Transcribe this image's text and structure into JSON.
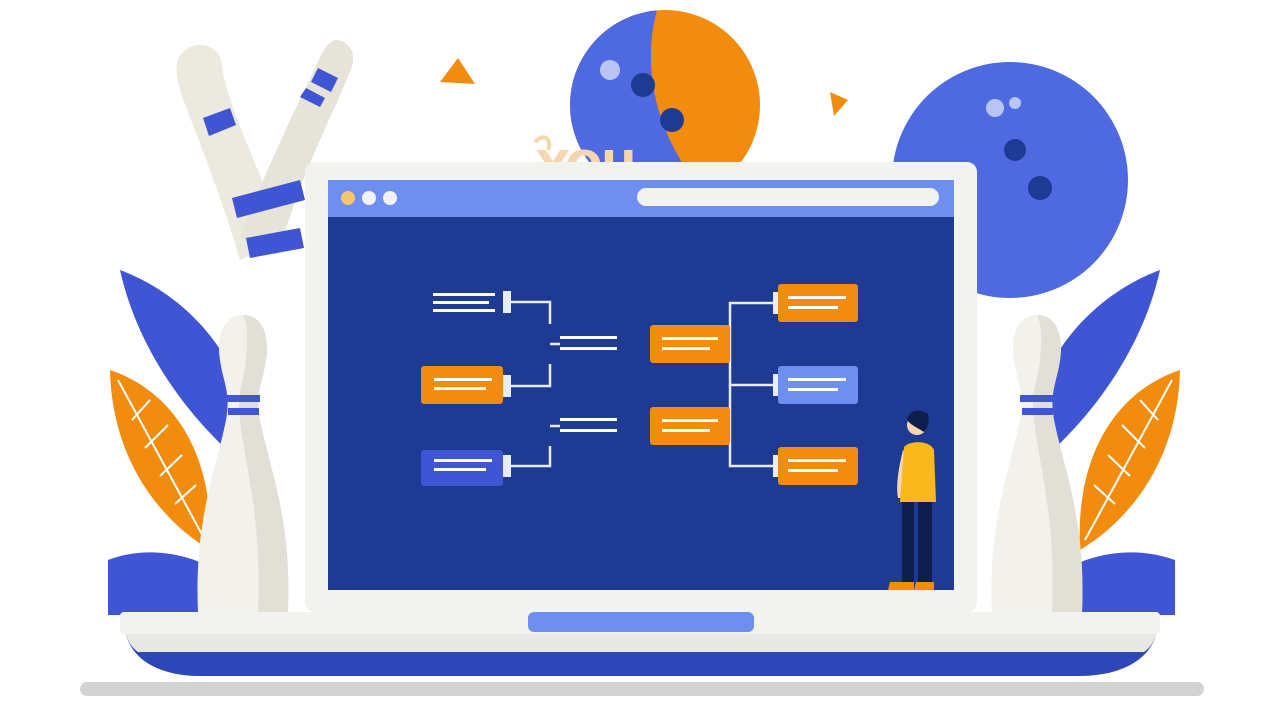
{
  "palette": {
    "background": "#ffffff",
    "screen_blue": "#1f3a93",
    "browser_bar": "#6f8ff0",
    "royal_blue": "#3f55d4",
    "ball_blue": "#4f6ae0",
    "orange": "#f28c0f",
    "cream": "#ece9df",
    "laptop_frame": "#f2f2ef",
    "laptop_base_blue": "#2d47b8",
    "shadow_grey": "#d0d0d0",
    "figure_yellow": "#f9b91c",
    "figure_navy": "#0f1e4d",
    "skin": "#f6d5b0"
  },
  "scene": {
    "browser": {
      "window_dots": [
        "dot-yellow",
        "dot-white",
        "dot-white"
      ],
      "address_bar": "empty"
    },
    "partial_word": "YOU",
    "bracket": {
      "round1": [
        "white",
        "orange",
        "blue"
      ],
      "round2": [
        "white-text",
        "white-text"
      ],
      "round3": [
        "orange",
        "orange"
      ],
      "round4": [
        "orange",
        "blue",
        "orange"
      ]
    },
    "decorations": [
      "bowling-pins-crossed",
      "bowling-pin-left",
      "bowling-pin-right",
      "bowling-ball-orange-blue",
      "bowling-ball-blue",
      "leaves-left",
      "leaves-right",
      "triangle-orange-left",
      "triangle-orange-right",
      "person-figure"
    ]
  }
}
